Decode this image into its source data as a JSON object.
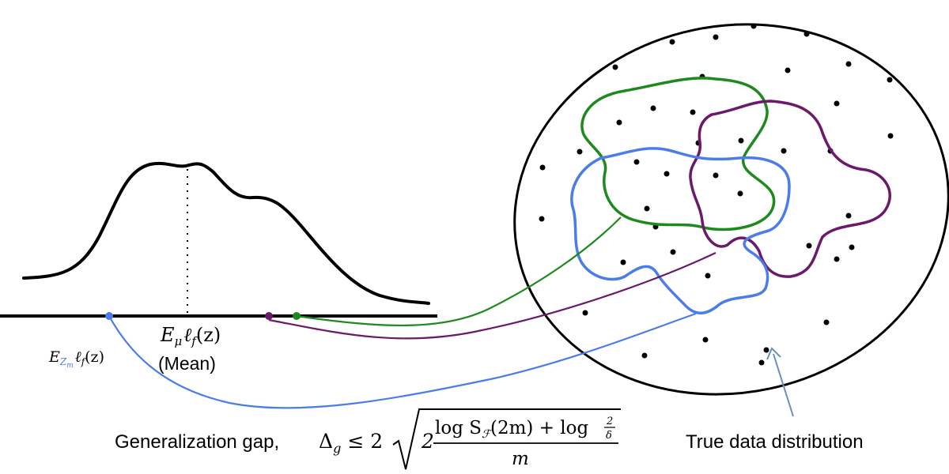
{
  "labels": {
    "mean_expr": "E",
    "mean_sub": "μ",
    "mean_rest": "ℓ",
    "mean_rest_sub": "f",
    "mean_arg": "(z)",
    "mean_word": "(Mean)",
    "emp_expr": "E",
    "emp_sub": "Z",
    "emp_sub2": "m",
    "emp_rest": "ℓ",
    "emp_rest_sub": "f",
    "emp_arg": "(z)",
    "gap_word": "Generalization gap,",
    "delta": "Δ",
    "delta_sub": "g",
    "leq": "≤ 2",
    "inner_two": "2",
    "numerator": "log S",
    "numerator_sub": "ℱ",
    "numerator_rest": "(2m) + log",
    "small_frac_num": "2",
    "small_frac_den": "δ",
    "denominator": "m",
    "true_dist": "True data distribution"
  },
  "colors": {
    "curve": "#000000",
    "blue": "#4a7de8",
    "green": "#1e8a1e",
    "purple": "#6b1a6b",
    "arrow": "#6a8fc0"
  }
}
